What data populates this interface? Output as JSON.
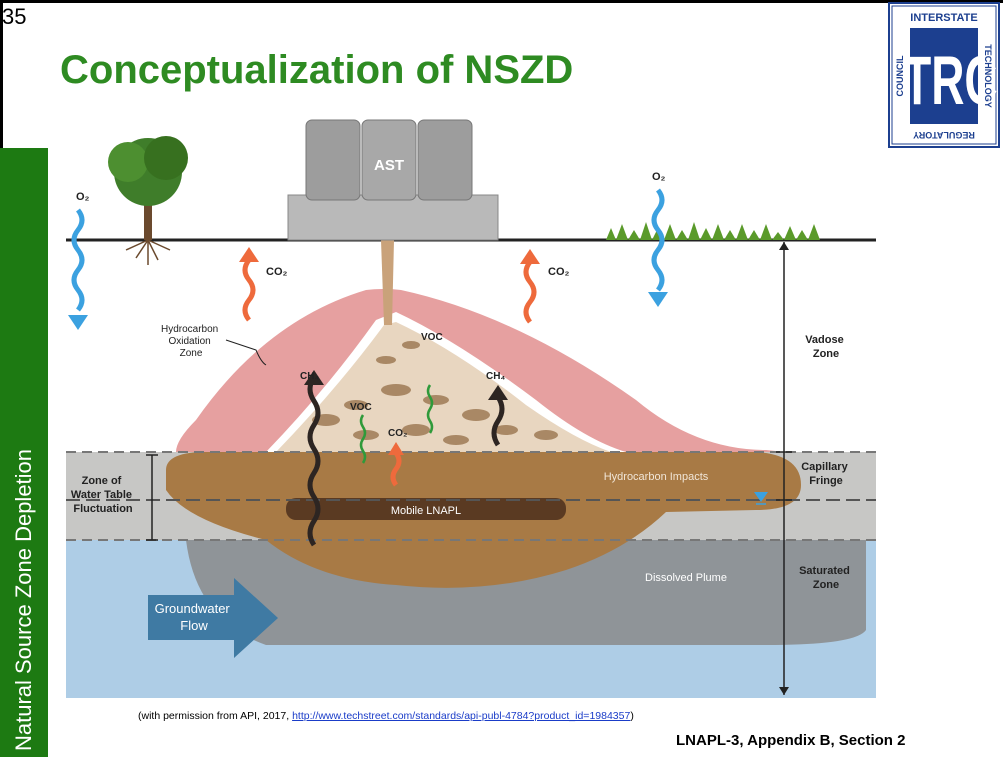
{
  "slide": {
    "number": "35",
    "title": "Conceptualization of NSZD",
    "sidebar_label": "Natural Source Zone Depletion",
    "credit_prefix": "(with permission from API, 2017, ",
    "credit_link": "http://www.techstreet.com/standards/api-publ-4784?product_id=1984357",
    "credit_suffix": ")",
    "reference": "LNAPL-3, Appendix B, Section 2"
  },
  "logo": {
    "top": "INTERSTATE",
    "main": "ITRC",
    "left": "COUNCIL",
    "right": "TECHNOLOGY",
    "bottom": "REGULATORY"
  },
  "diagram": {
    "tank_label": "AST",
    "o2_left": "O₂",
    "o2_right": "O₂",
    "co2_left": "CO₂",
    "co2_right": "CO₂",
    "co2_center": "CO₂",
    "oxidation_zone": [
      "Hydrocarbon",
      "Oxidation",
      "Zone"
    ],
    "voc_upper": "VOC",
    "voc_lower": "VOC",
    "ch4_left": "CH₄",
    "ch4_right": "CH₄",
    "vadose_zone": [
      "Vadose",
      "Zone"
    ],
    "capillary_fringe": [
      "Capillary",
      "Fringe"
    ],
    "saturated_zone": [
      "Saturated",
      "Zone"
    ],
    "water_table_zone": [
      "Zone of",
      "Water Table",
      "Fluctuation"
    ],
    "hydrocarbon_impacts": "Hydrocarbon Impacts",
    "mobile_lnapl": "Mobile LNAPL",
    "dissolved_plume": "Dissolved Plume",
    "groundwater_flow": [
      "Groundwater",
      "Flow"
    ]
  }
}
